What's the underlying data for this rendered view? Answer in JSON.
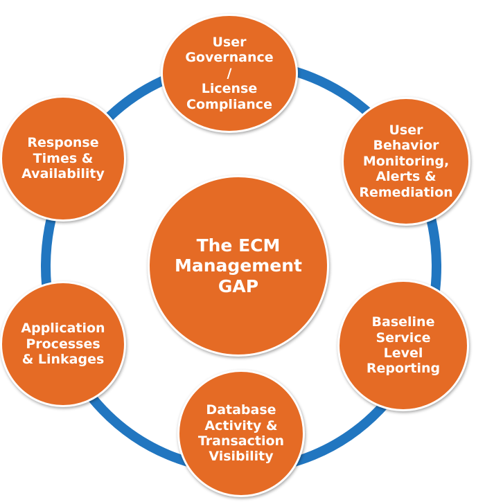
{
  "colors": {
    "node_fill": "#e56b25",
    "ring": "#2176c0",
    "text": "#ffffff",
    "node_border": "#ffffff"
  },
  "center": {
    "label": "The ECM\nManagement\nGAP"
  },
  "nodes": [
    {
      "id": "user-governance",
      "label": "User\nGovernance\n/\nLicense\nCompliance"
    },
    {
      "id": "user-behavior",
      "label": "User\nBehavior\nMonitoring,\nAlerts &\nRemediation"
    },
    {
      "id": "baseline-service",
      "label": "Baseline\nService\nLevel\nReporting"
    },
    {
      "id": "database-activity",
      "label": "Database\nActivity &\nTransaction\nVisibility"
    },
    {
      "id": "application-processes",
      "label": "Application\nProcesses\n& Linkages"
    },
    {
      "id": "response-times",
      "label": "Response\nTimes &\nAvailability"
    }
  ]
}
